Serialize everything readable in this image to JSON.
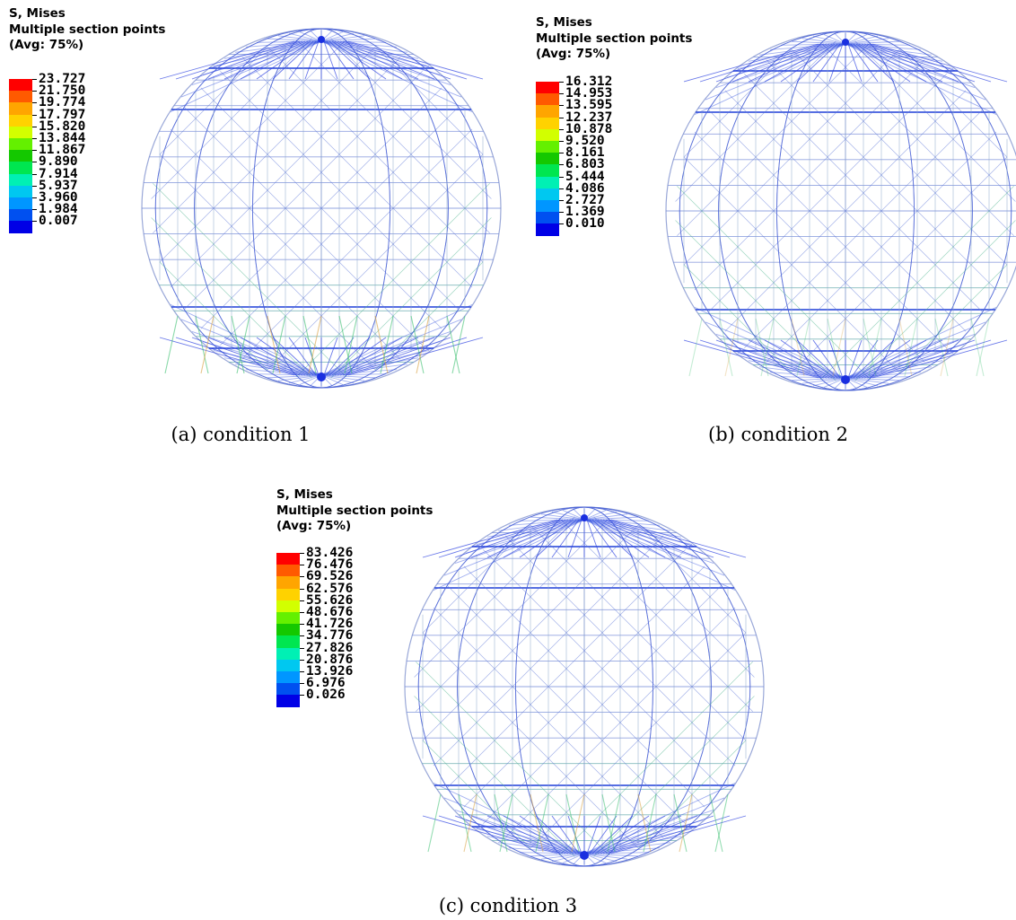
{
  "panels": [
    {
      "legend": {
        "line1": "S, Mises",
        "line2": "Multiple section points",
        "line3": "(Avg: 75%)",
        "values": [
          "23.727",
          "21.750",
          "19.774",
          "17.797",
          "15.820",
          "13.844",
          "11.867",
          "9.890",
          "7.914",
          "5.937",
          "3.960",
          "1.984",
          "0.007"
        ]
      },
      "caption": "(a) condition 1"
    },
    {
      "legend": {
        "line1": "S, Mises",
        "line2": "Multiple section points",
        "line3": "(Avg: 75%)",
        "values": [
          "16.312",
          "14.953",
          "13.595",
          "12.237",
          "10.878",
          "9.520",
          "8.161",
          "6.803",
          "5.444",
          "4.086",
          "2.727",
          "1.369",
          "0.010"
        ]
      },
      "caption": "(b) condition 2"
    },
    {
      "legend": {
        "line1": "S, Mises",
        "line2": "Multiple section points",
        "line3": "(Avg: 75%)",
        "values": [
          "83.426",
          "76.476",
          "69.526",
          "62.576",
          "55.626",
          "48.676",
          "41.726",
          "34.776",
          "27.826",
          "20.876",
          "13.926",
          "6.976",
          "0.026"
        ]
      },
      "caption": "(c) condition 3"
    }
  ],
  "contour_colors": [
    "#ff0000",
    "#ff5a00",
    "#ffa500",
    "#ffd200",
    "#d2ff00",
    "#64f000",
    "#14c800",
    "#00e650",
    "#00f0b4",
    "#00c8f0",
    "#0096ff",
    "#0050f0",
    "#0000e6"
  ]
}
